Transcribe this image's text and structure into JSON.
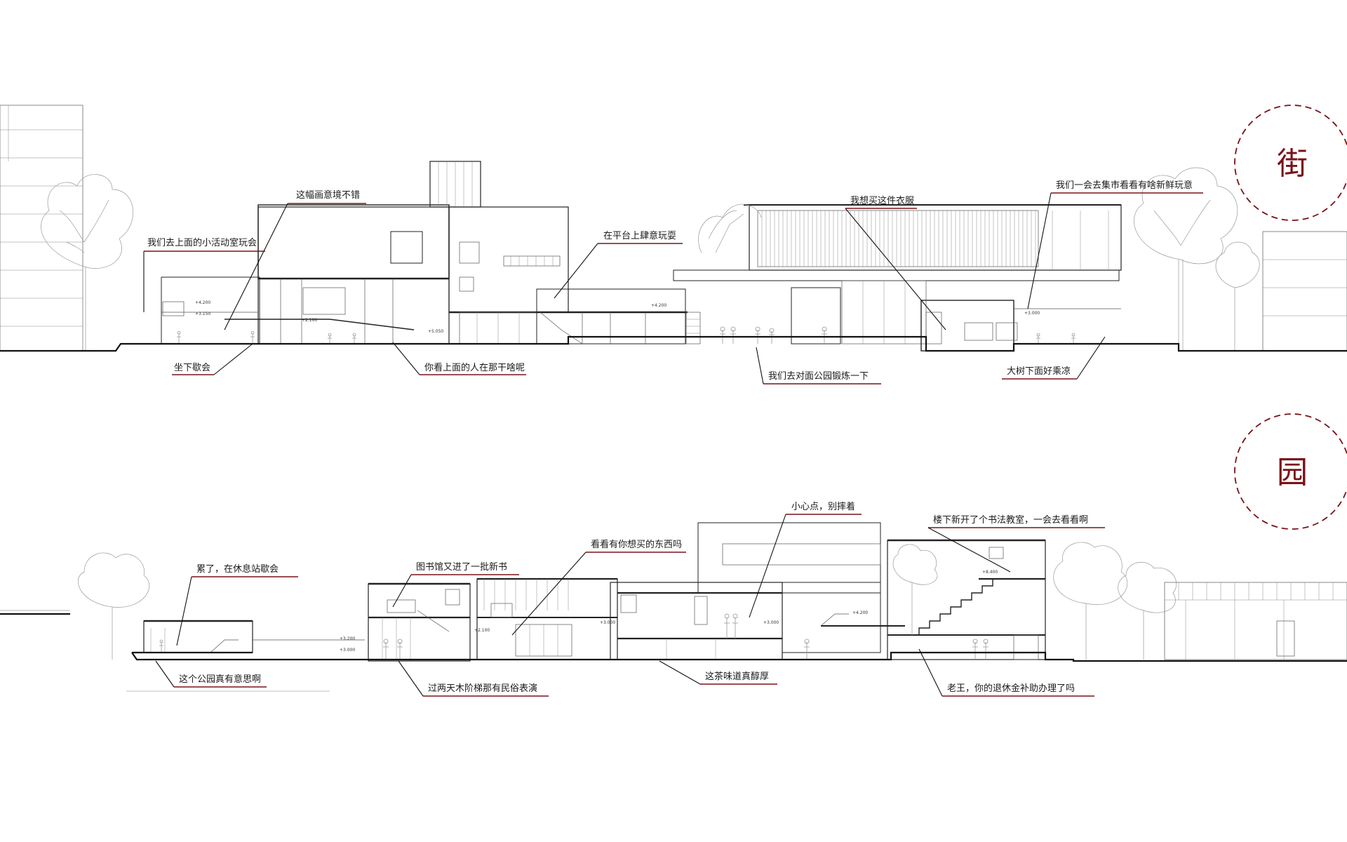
{
  "seals": {
    "top": {
      "char": "街",
      "color": "#7a1218"
    },
    "bottom": {
      "char": "园",
      "color": "#7a1218"
    }
  },
  "colors": {
    "accent_underline": "#7a1218",
    "line": "#222222"
  },
  "section_top": {
    "labels": {
      "l1": "这幅画意境不错",
      "l2": "我们去上面的小活动室玩会",
      "l3": "坐下歇会",
      "l4": "你看上面的人在那干啥呢",
      "l5": "在平台上肆意玩耍",
      "l6": "我想买这件衣服",
      "l7": "我们一会去集市看看有啥新鲜玩意",
      "l8": "我们去对面公园锻炼一下",
      "l9": "大树下面好乘凉"
    },
    "dims": {
      "d1": "+4.200",
      "d2": "+3.150",
      "d3": "+2.100",
      "d4": "+5.050",
      "d5": "+4.200",
      "d6": "+3.000"
    }
  },
  "section_bottom": {
    "labels": {
      "l1": "累了，在休息站歇会",
      "l2": "这个公园真有意思啊",
      "l3": "图书馆又进了一批新书",
      "l4": "过两天木阶梯那有民俗表演",
      "l5": "看看有你想买的东西吗",
      "l6": "这茶味道真醇厚",
      "l7": "小心点，别摔着",
      "l8": "楼下新开了个书法教室，一会去看看啊",
      "l9": "老王，你的退休金补助办理了吗"
    },
    "dims": {
      "d1": "+3.200",
      "d2": "+3.000",
      "d3": "+2.100",
      "d4": "+3.000",
      "d5": "+3.000",
      "d6": "+4.200",
      "d7": "+8.400"
    }
  }
}
